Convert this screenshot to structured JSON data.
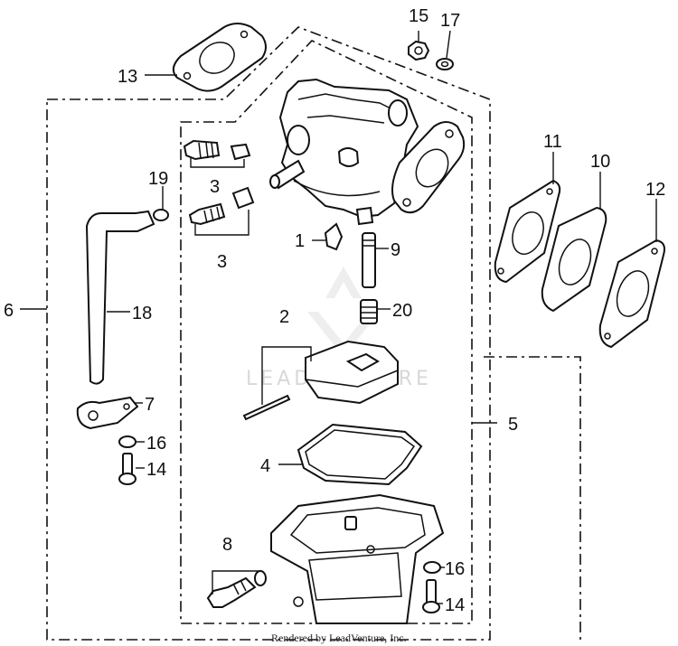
{
  "labels": {
    "p1": "1",
    "p2": "2",
    "p3a": "3",
    "p3b": "3",
    "p4": "4",
    "p5": "5",
    "p6": "6",
    "p7": "7",
    "p8": "8",
    "p9": "9",
    "p10": "10",
    "p11": "11",
    "p12": "12",
    "p13": "13",
    "p14a": "14",
    "p14b": "14",
    "p15": "15",
    "p16a": "16",
    "p16b": "16",
    "p17": "17",
    "p18": "18",
    "p19": "19",
    "p20": "20"
  },
  "watermark": "LEADVENTURE",
  "footer": "Rendered by LeadVenture, Inc."
}
